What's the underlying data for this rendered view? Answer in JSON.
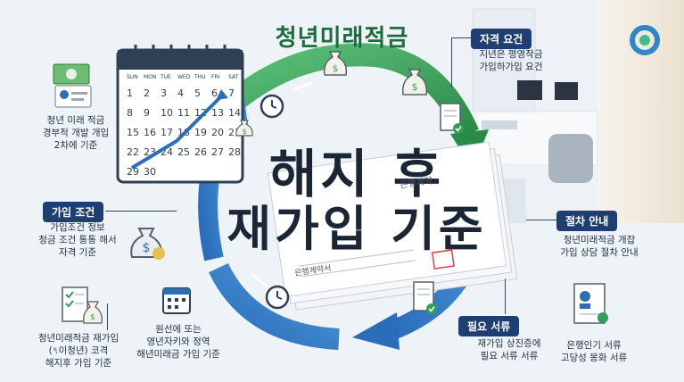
{
  "title": "청년미래적금",
  "headline": {
    "line1": "해지 후",
    "line2": "재가입 기준"
  },
  "left_top": {
    "lines": [
      "청년 미래 적금",
      "경부적 개발 개입",
      "2차에 기준"
    ]
  },
  "calendar": {
    "days": [
      "SUN",
      "MON",
      "TUE",
      "WED",
      "THU",
      "FRI",
      "SAT"
    ],
    "numbers": [
      "1",
      "2",
      "3",
      "4",
      "5",
      "6",
      "7",
      "8",
      "9",
      "10",
      "11",
      "12",
      "13",
      "14",
      "15",
      "16",
      "17",
      "18",
      "19",
      "20",
      "21",
      "22",
      "23",
      "24",
      "25",
      "26",
      "27",
      "28",
      "29",
      "30"
    ]
  },
  "join_condition": {
    "label": "가입 조건",
    "lines": [
      "가입조건 정보",
      "청금 조건 통통 해서",
      "자격 기준"
    ]
  },
  "bottom_left": {
    "lines": [
      "청년미래적금 재가입",
      "(৭이청년) 코격",
      "해지후 가입 기준"
    ]
  },
  "bottom_mid": {
    "lines": [
      "원선에 또는",
      "영년자키와 정역",
      "해년미래금 가입 기준"
    ]
  },
  "eligibility": {
    "label": "자격 요건",
    "lines": [
      "지년은 평영작금",
      "가입하가입 요건"
    ]
  },
  "procedure": {
    "label": "절차 안내",
    "lines": [
      "청년미래적금 개잡",
      "가입 상담 절차 안내"
    ]
  },
  "documents": {
    "label": "필요 서류",
    "lines": [
      "재가입 상진증에",
      "필요 서류 서류"
    ]
  },
  "bottom_right": {
    "lines": [
      "은행인기 서류",
      "고당성 몽화 서류"
    ]
  },
  "papers": {
    "header": "은행계약",
    "footer": "은행계약서"
  },
  "colors": {
    "green": "#2f9e56",
    "blue": "#2d6fb4",
    "navy": "#1f3f73",
    "title": "#1f6b3c"
  },
  "icons": [
    "calendar-icon",
    "money-bag-icon",
    "clock-icon",
    "checklist-icon",
    "document-icon",
    "money-icon",
    "user-card-icon"
  ]
}
